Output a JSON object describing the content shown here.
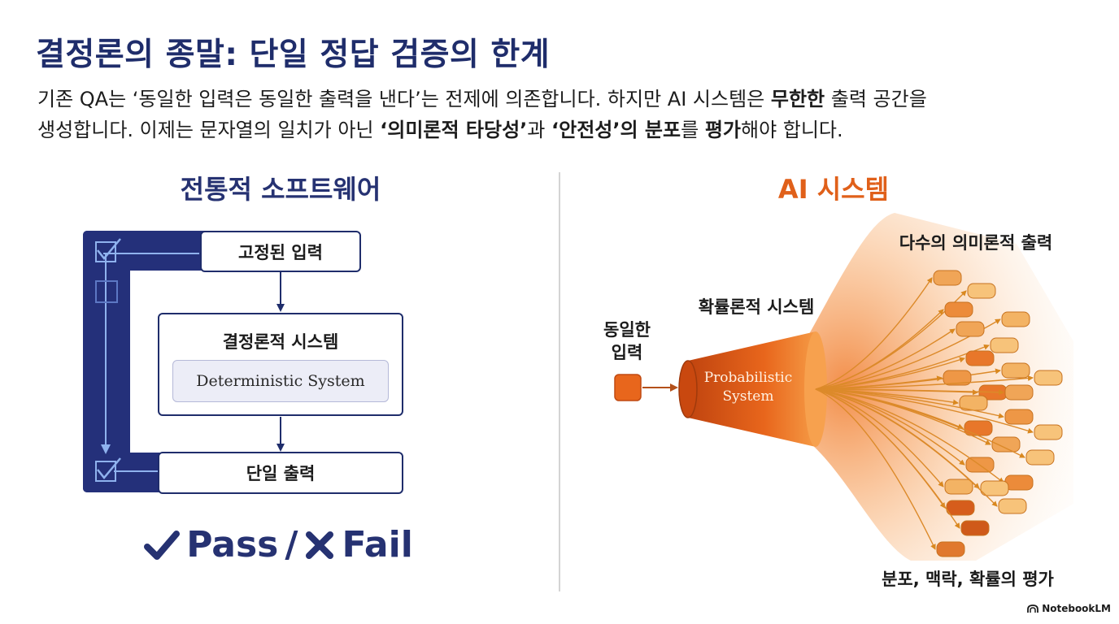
{
  "title": "결정론의 종말: 단일 정답 검증의 한계",
  "subtitle": {
    "line1_part1": "기존 QA는 ‘동일한 입력은 동일한 출력을 낸다’는 전제에 의존합니다. 하지만 AI 시스템은 ",
    "line1_bold": "무한한",
    "line1_part2": " 출력 공간을",
    "line2_part1": "생성합니다. 이제는 문자열의 일치가 아닌 ",
    "line2_bold1": "‘의미론적 타당성’",
    "line2_part2": "과 ",
    "line2_bold2": "‘안전성’의 분포",
    "line2_part3": "를 ",
    "line2_bold3": "평가",
    "line2_part4": "해야 합니다."
  },
  "left_panel": {
    "heading": "전통적 소프트웨어",
    "input_box": "고정된 입력",
    "system_label": "결정론적 시스템",
    "system_inner": "Deterministic System",
    "output_box": "단일 출력",
    "pass_label": "Pass",
    "separator": "/",
    "fail_label": "Fail",
    "check_icon": "check-icon",
    "cross_icon": "cross-icon",
    "accent_color": "#1f2d6b"
  },
  "right_panel": {
    "heading": "AI 시스템",
    "input_label": "동일한\n입력",
    "system_label": "확률론적 시스템",
    "system_inner": "Probabilistic\nSystem",
    "outputs_label": "다수의 의미론적 출력",
    "footer_label": "분포, 맥락, 확률의 평가",
    "accent_color": "#e0601a"
  },
  "brand": {
    "logo_icon": "notebooklm-icon",
    "name": "NotebookLM"
  }
}
